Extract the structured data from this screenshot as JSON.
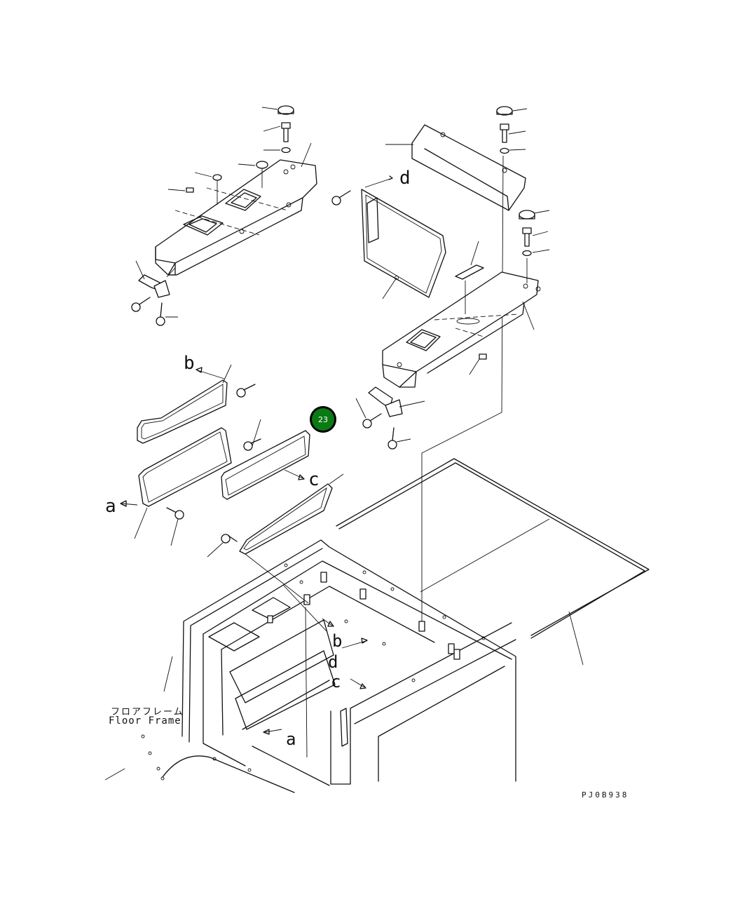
{
  "diagram": {
    "drawing_code": "PJ0B938",
    "floor_frame_label_ja": "フロアフレーム",
    "floor_frame_label_en": "Floor Frame",
    "callout": {
      "number": "23",
      "color": "#0a7a14"
    },
    "ref_letters": {
      "a": "a",
      "b": "b",
      "c": "c",
      "d": "d"
    }
  }
}
